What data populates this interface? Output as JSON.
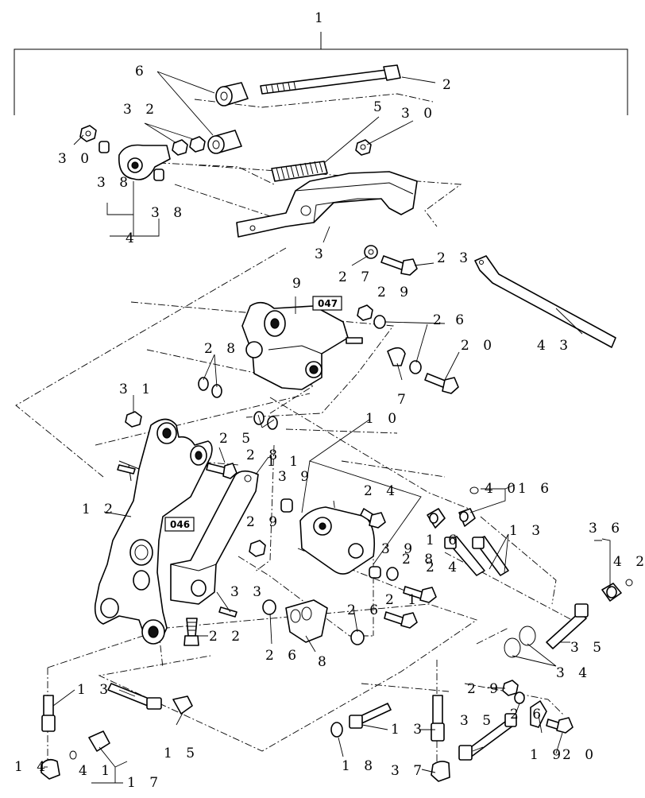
{
  "diagram": {
    "labels": {
      "n1": "1",
      "n2": "2",
      "n3": "3",
      "n4": "4",
      "n5": "5",
      "n6": "6",
      "n7": "7",
      "n8": "8",
      "n9": "9",
      "n10": "1 0",
      "n11": "1 1",
      "n12": "1 2",
      "n13a": "1 3",
      "n13b": "1 3",
      "n13c": "1 3",
      "n13d": "1 3",
      "n14": "1 4",
      "n15": "1 5",
      "n16a": "1 6",
      "n16b": "1 6",
      "n17": "1 7",
      "n18": "1 8",
      "n19": "1 9",
      "n20a": "2 0",
      "n20b": "2 0",
      "n21": "2 1",
      "n22": "2 2",
      "n23": "2 3",
      "n24a": "2 4",
      "n24b": "2 4",
      "n25": "2 5",
      "n26a": "2 6",
      "n26b": "2 6",
      "n26c": "2 6",
      "n26d": "2 6",
      "n27": "2 7",
      "n28a": "2 8",
      "n28b": "2 8",
      "n28c": "2 8",
      "n29a": "2 9",
      "n29b": "2 9",
      "n29c": "2 9",
      "n30a": "3 0",
      "n30b": "3 0",
      "n31": "3 1",
      "n32": "3 2",
      "n33": "3 3",
      "n34": "3 4",
      "n35a": "3 5",
      "n35b": "3 5",
      "n36": "3 6",
      "n37": "3 7",
      "n38a": "3 8",
      "n38b": "3 8",
      "n39a": "3 9",
      "n39b": "3 9",
      "n40": "4 0",
      "n41": "4 1",
      "n42": "4 2",
      "n43": "4 3"
    },
    "refs": {
      "r047": "047",
      "r046": "046"
    }
  }
}
